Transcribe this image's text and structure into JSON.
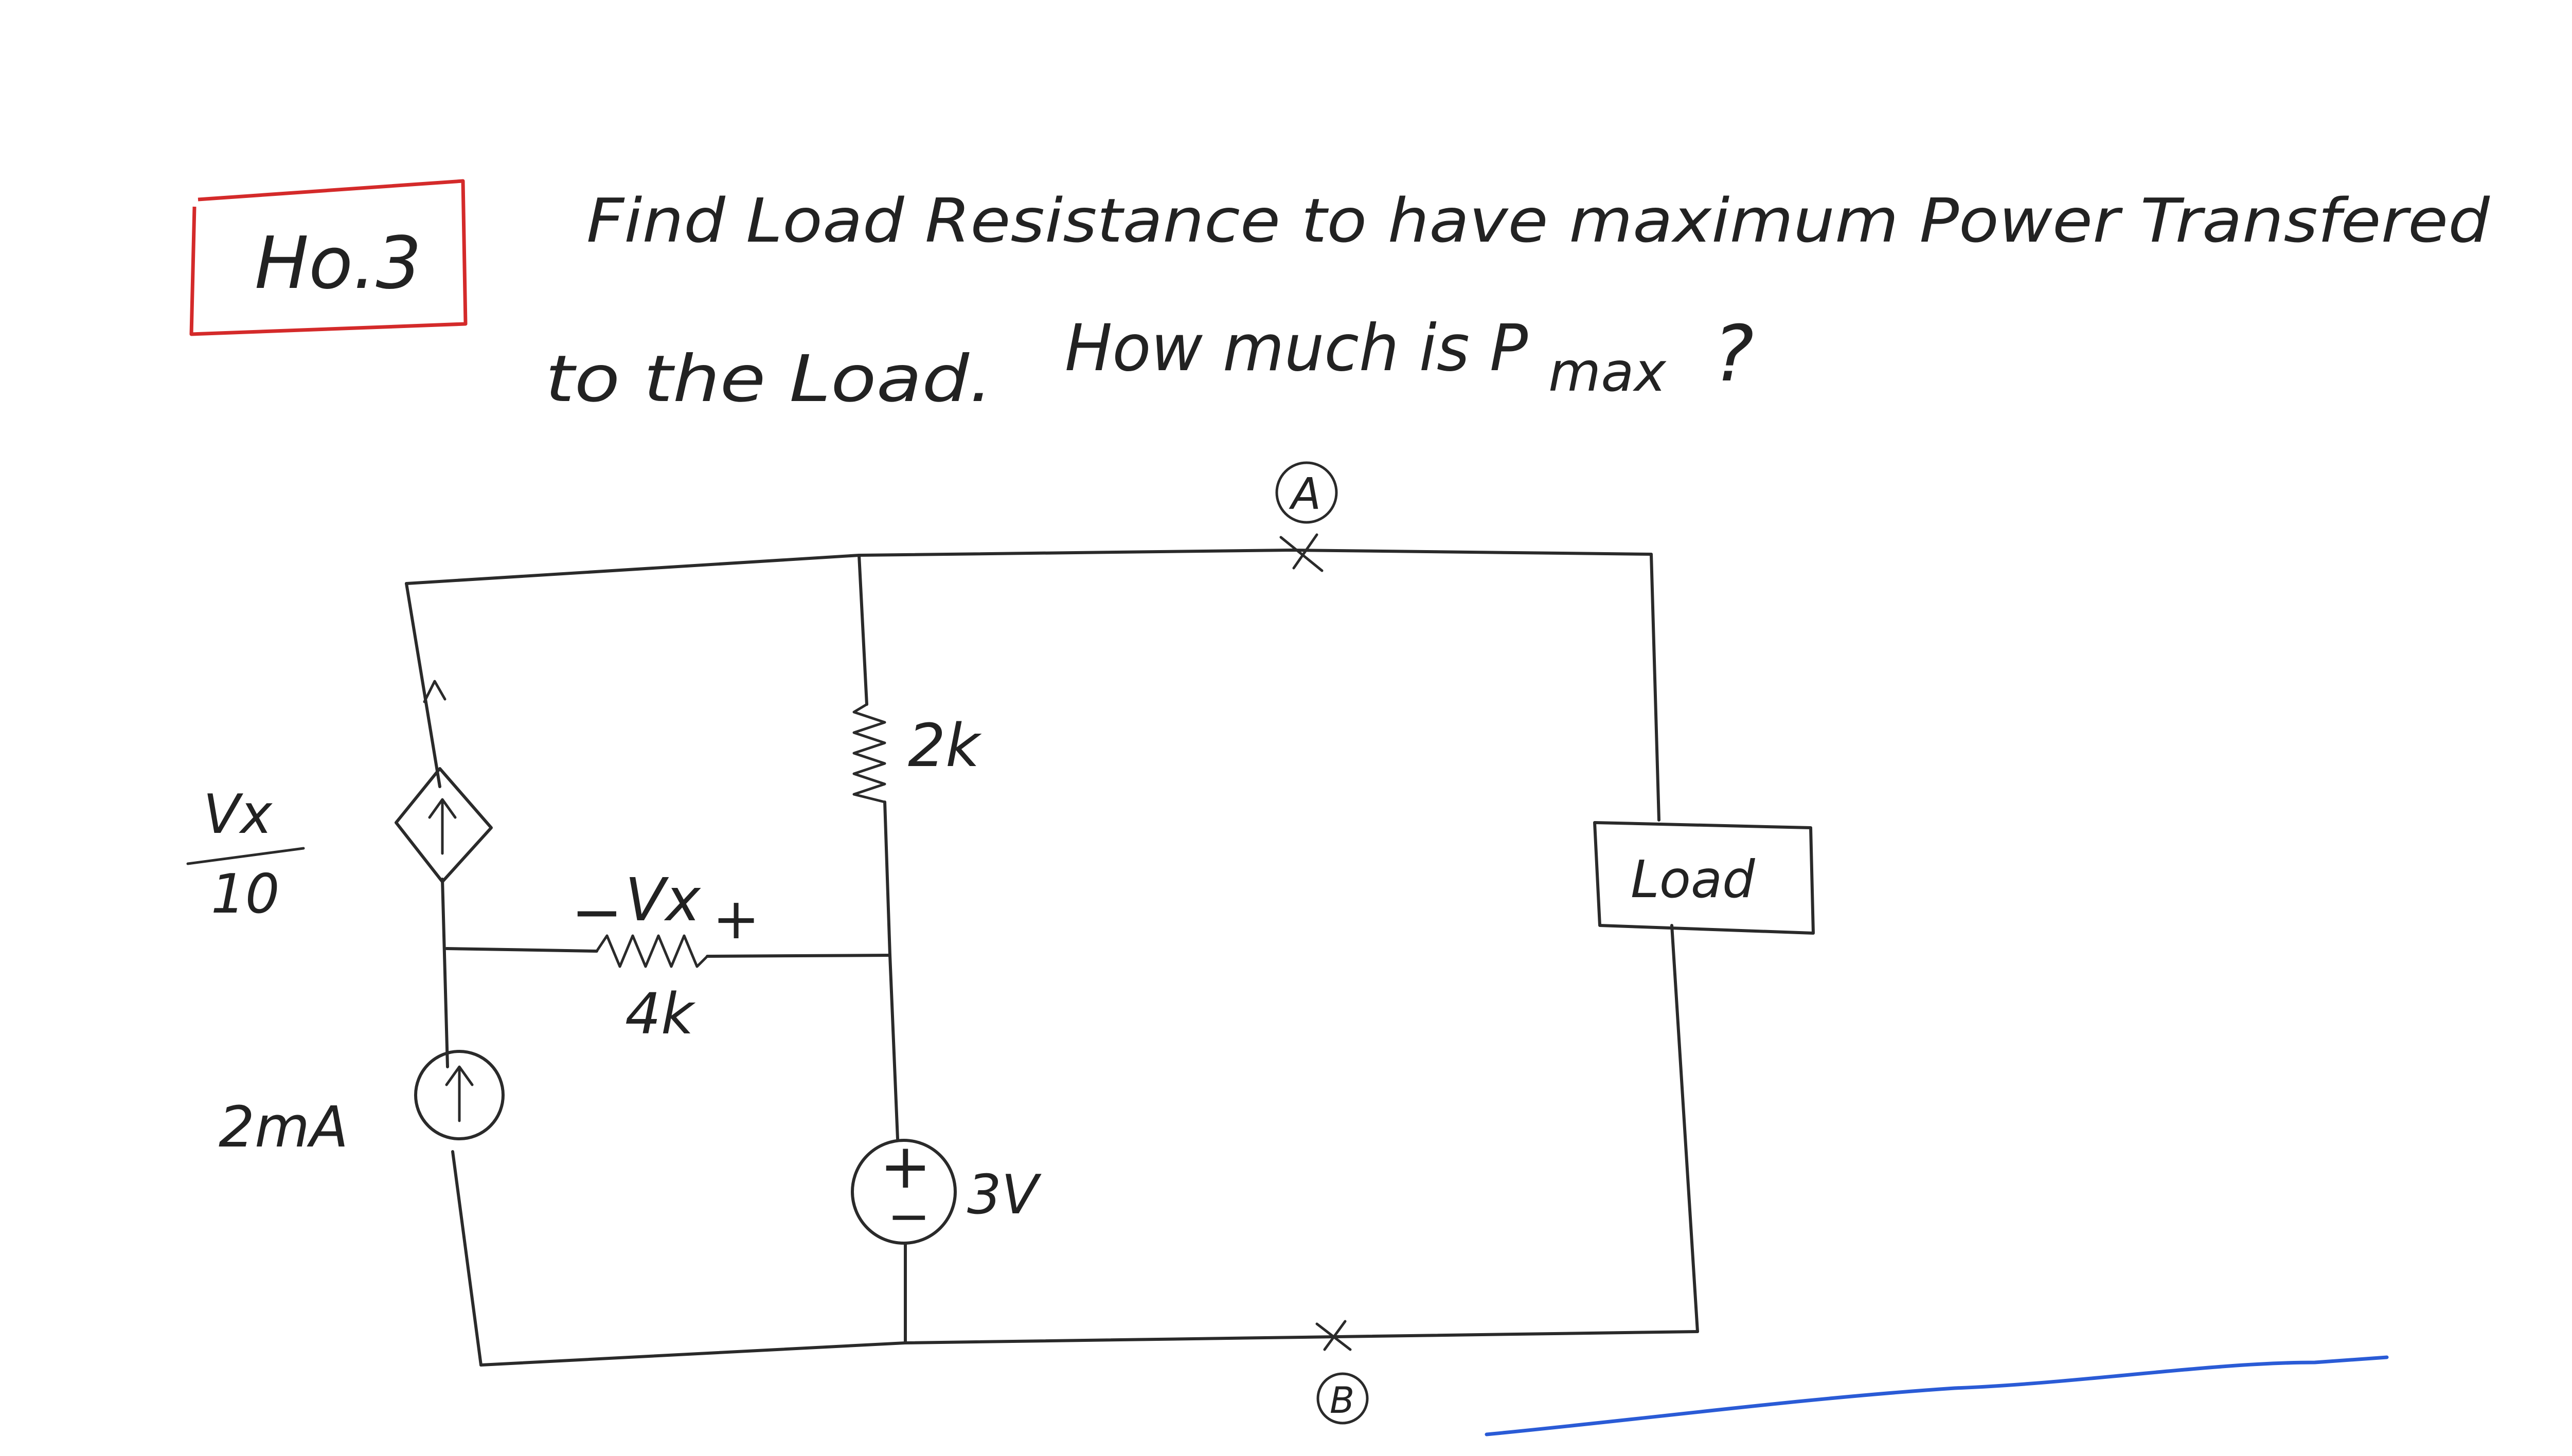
{
  "problem": {
    "number": "Ho.3",
    "line1": "Find Load Resistance to have maximum Power Transfered",
    "line2_prefix": "to the Load.",
    "line2_question": "How much is P",
    "line2_subscript": "max",
    "line2_suffix": " ?"
  },
  "circuit": {
    "node_a": "A",
    "node_b": "B",
    "resistor_2k": "2k",
    "resistor_4k": "4k",
    "vx_minus": "−",
    "vx_label": "Vx",
    "vx_plus": "+",
    "dep_source_num": "Vx",
    "dep_source_den": "10",
    "current_source": "2mA",
    "voltage_source": "3V",
    "vsrc_plus": "+",
    "vsrc_minus": "−",
    "load": "Load"
  },
  "colors": {
    "ink": "#222222",
    "problem_box": "#d42a2a",
    "vx_blue": "#1f3fb8",
    "scribble_blue": "#2a5bd6"
  }
}
